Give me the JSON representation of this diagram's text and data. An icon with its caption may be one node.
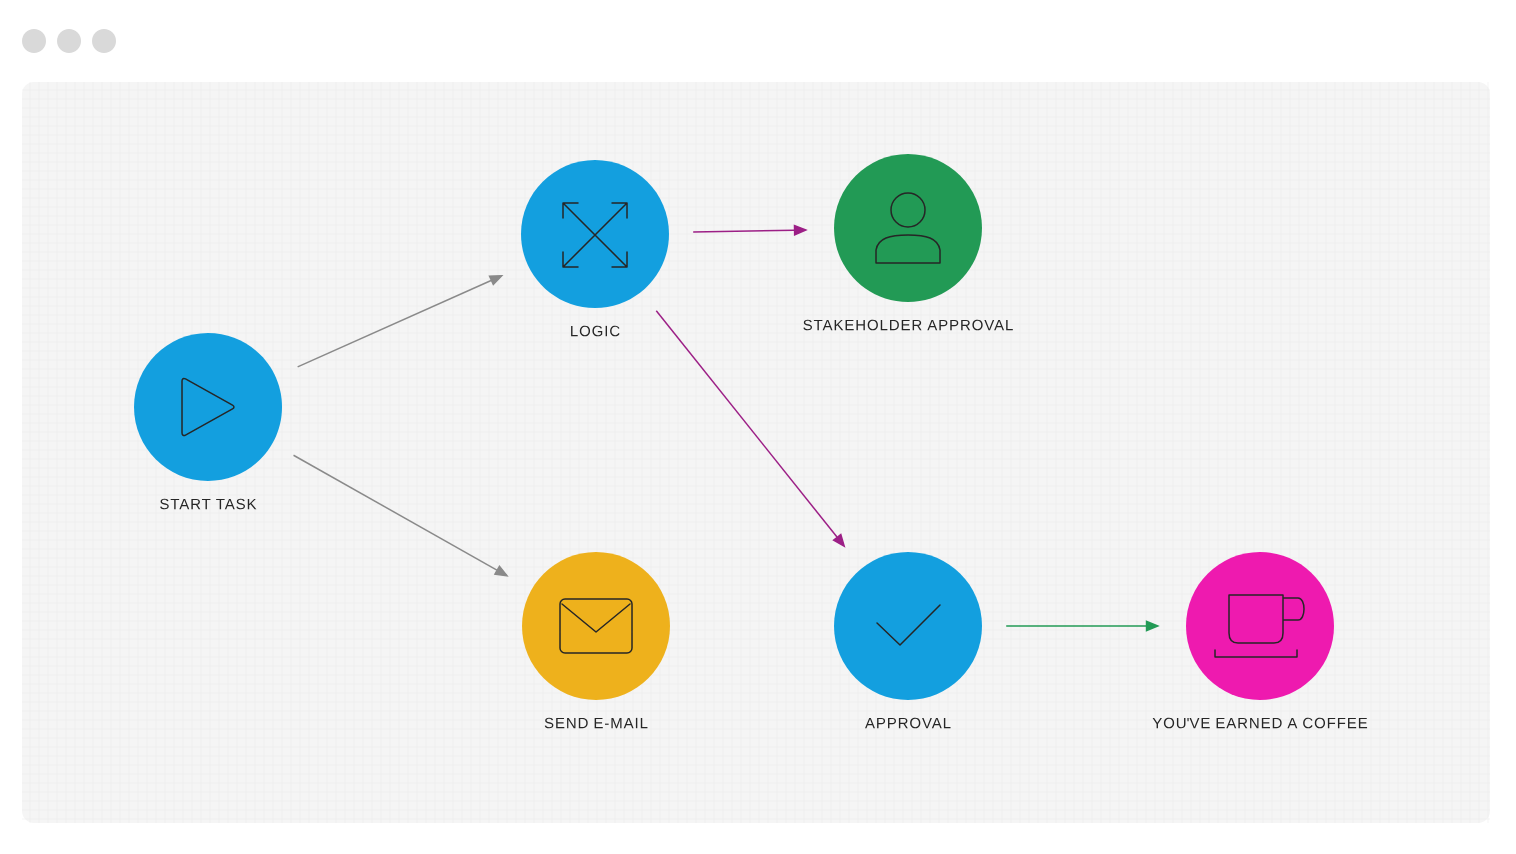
{
  "diagram": {
    "nodes": [
      {
        "text": [
          "START TASK"
        ]
      },
      {
        "text": [
          "LOGIC"
        ]
      },
      {
        "text": [
          "STAKEHOLDER APPROVAL"
        ]
      },
      {
        "text": [
          "SEND E-MAIL"
        ]
      },
      {
        "text": [
          "APPROVAL"
        ]
      },
      {
        "text": [
          "YOU'VE EARNED A COFFEE"
        ]
      }
    ],
    "edges": [
      {
        "from": 0,
        "to": 1,
        "arrow": "to",
        "color": "#8a8a8a"
      },
      {
        "from": 0,
        "to": 3,
        "arrow": "to",
        "color": "#8a8a8a"
      },
      {
        "from": 1,
        "to": 2,
        "arrow": "to",
        "color": "#9c1f86"
      },
      {
        "from": 1,
        "to": 4,
        "arrow": "to",
        "color": "#9c1f86"
      },
      {
        "from": 4,
        "to": 5,
        "arrow": "to",
        "color": "#229a55"
      }
    ]
  }
}
